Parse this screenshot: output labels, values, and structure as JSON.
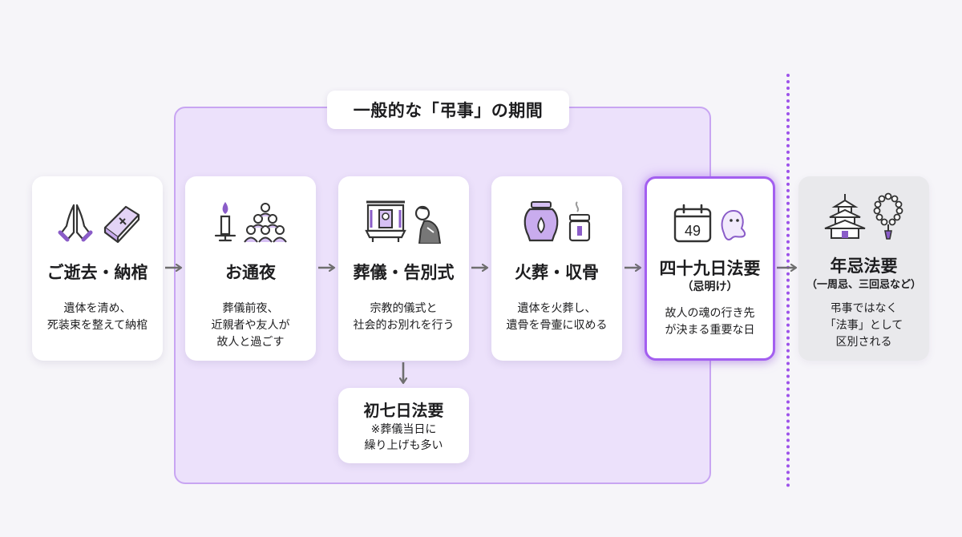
{
  "period_label": "一般的な「弔事」の期間",
  "steps": [
    {
      "title": "ご逝去・納棺",
      "subtitle": "",
      "desc": "遺体を清め、\n死装束を整えて納棺",
      "icons": [
        "praying-hands-icon",
        "coffin-icon"
      ]
    },
    {
      "title": "お通夜",
      "subtitle": "",
      "desc": "葬儀前夜、\n近親者や友人が\n故人と過ごす",
      "icons": [
        "candle-icon",
        "mourners-icon"
      ]
    },
    {
      "title": "葬儀・告別式",
      "subtitle": "",
      "desc": "宗教的儀式と\n社会的お別れを行う",
      "icons": [
        "altar-icon",
        "bowing-person-icon"
      ]
    },
    {
      "title": "火葬・収骨",
      "subtitle": "",
      "desc": "遺体を火葬し、\n遺骨を骨壷に収める",
      "icons": [
        "cremation-urn-icon",
        "incense-icon"
      ]
    },
    {
      "title": "四十九日法要",
      "subtitle": "（忌明け）",
      "desc": "故人の魂の行き先\nが決まる重要な日",
      "icons": [
        "calendar-49-icon",
        "spirit-icon"
      ],
      "calendar_number": "49"
    },
    {
      "title": "年忌法要",
      "subtitle": "（一周忌、三回忌など）",
      "desc": "弔事ではなく\n「法事」として\n区別される",
      "icons": [
        "pagoda-icon",
        "prayer-beads-icon"
      ]
    }
  ],
  "branch": {
    "title": "初七日法要",
    "desc": "※葬儀当日に\n繰り上げも多い"
  },
  "colors": {
    "accent": "#a35ff0",
    "period_fill": "#ece1fb",
    "period_border": "#c8a5f2",
    "divider": "#9d52ea",
    "arrow": "#6f6f6f"
  }
}
